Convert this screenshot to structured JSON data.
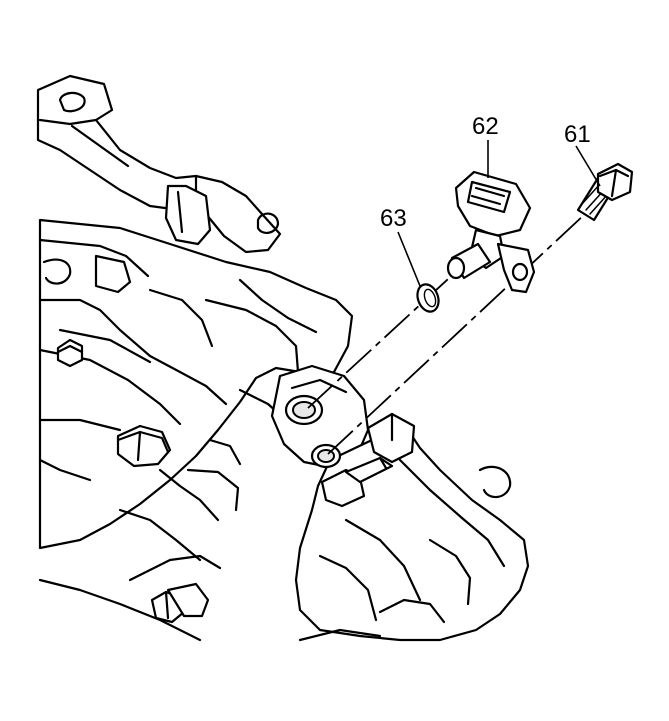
{
  "callouts": {
    "bolt": "61",
    "sensor": "62",
    "o_ring": "63"
  }
}
